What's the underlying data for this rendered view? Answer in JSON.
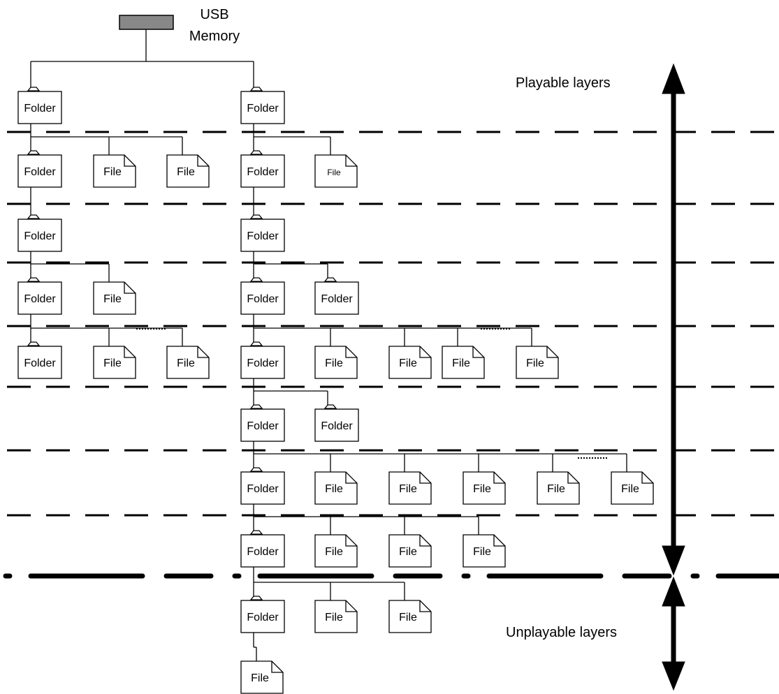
{
  "root": {
    "line1": "USB",
    "line2": "Memory",
    "color": "#888888"
  },
  "labels": {
    "playable": "Playable layers",
    "unplayable": "Unplayable layers"
  },
  "node_text": {
    "folder": "Folder",
    "file": "File"
  },
  "tree": {
    "type": "folder",
    "children": [
      {
        "type": "folder",
        "children": [
          {
            "type": "folder",
            "children": [
              {
                "type": "folder",
                "children": [
                  {
                    "type": "folder",
                    "children": [
                      {
                        "type": "folder"
                      },
                      {
                        "type": "file"
                      },
                      {
                        "type": "file"
                      }
                    ]
                  },
                  {
                    "type": "file"
                  }
                ]
              }
            ]
          },
          {
            "type": "file"
          },
          {
            "type": "file"
          }
        ]
      },
      {
        "type": "folder",
        "children": [
          {
            "type": "folder",
            "children": [
              {
                "type": "folder",
                "children": [
                  {
                    "type": "folder",
                    "children": [
                      {
                        "type": "folder",
                        "children": [
                          {
                            "type": "folder",
                            "children": [
                              {
                                "type": "folder",
                                "children": [
                                  {
                                    "type": "folder",
                                    "children": [
                                      {
                                        "type": "file"
                                      }
                                    ]
                                  },
                                  {
                                    "type": "file"
                                  },
                                  {
                                    "type": "file"
                                  },
                                  {
                                    "type": "file"
                                  }
                                ]
                              },
                              {
                                "type": "file"
                              },
                              {
                                "type": "file"
                              },
                              {
                                "type": "file"
                              },
                              {
                                "type": "file"
                              },
                              {
                                "type": "file"
                              }
                            ]
                          },
                          {
                            "type": "folder"
                          }
                        ]
                      },
                      {
                        "type": "file"
                      },
                      {
                        "type": "file"
                      },
                      {
                        "type": "file"
                      },
                      {
                        "type": "file"
                      }
                    ]
                  },
                  {
                    "type": "folder"
                  }
                ]
              }
            ]
          },
          {
            "type": "file"
          }
        ]
      }
    ]
  }
}
